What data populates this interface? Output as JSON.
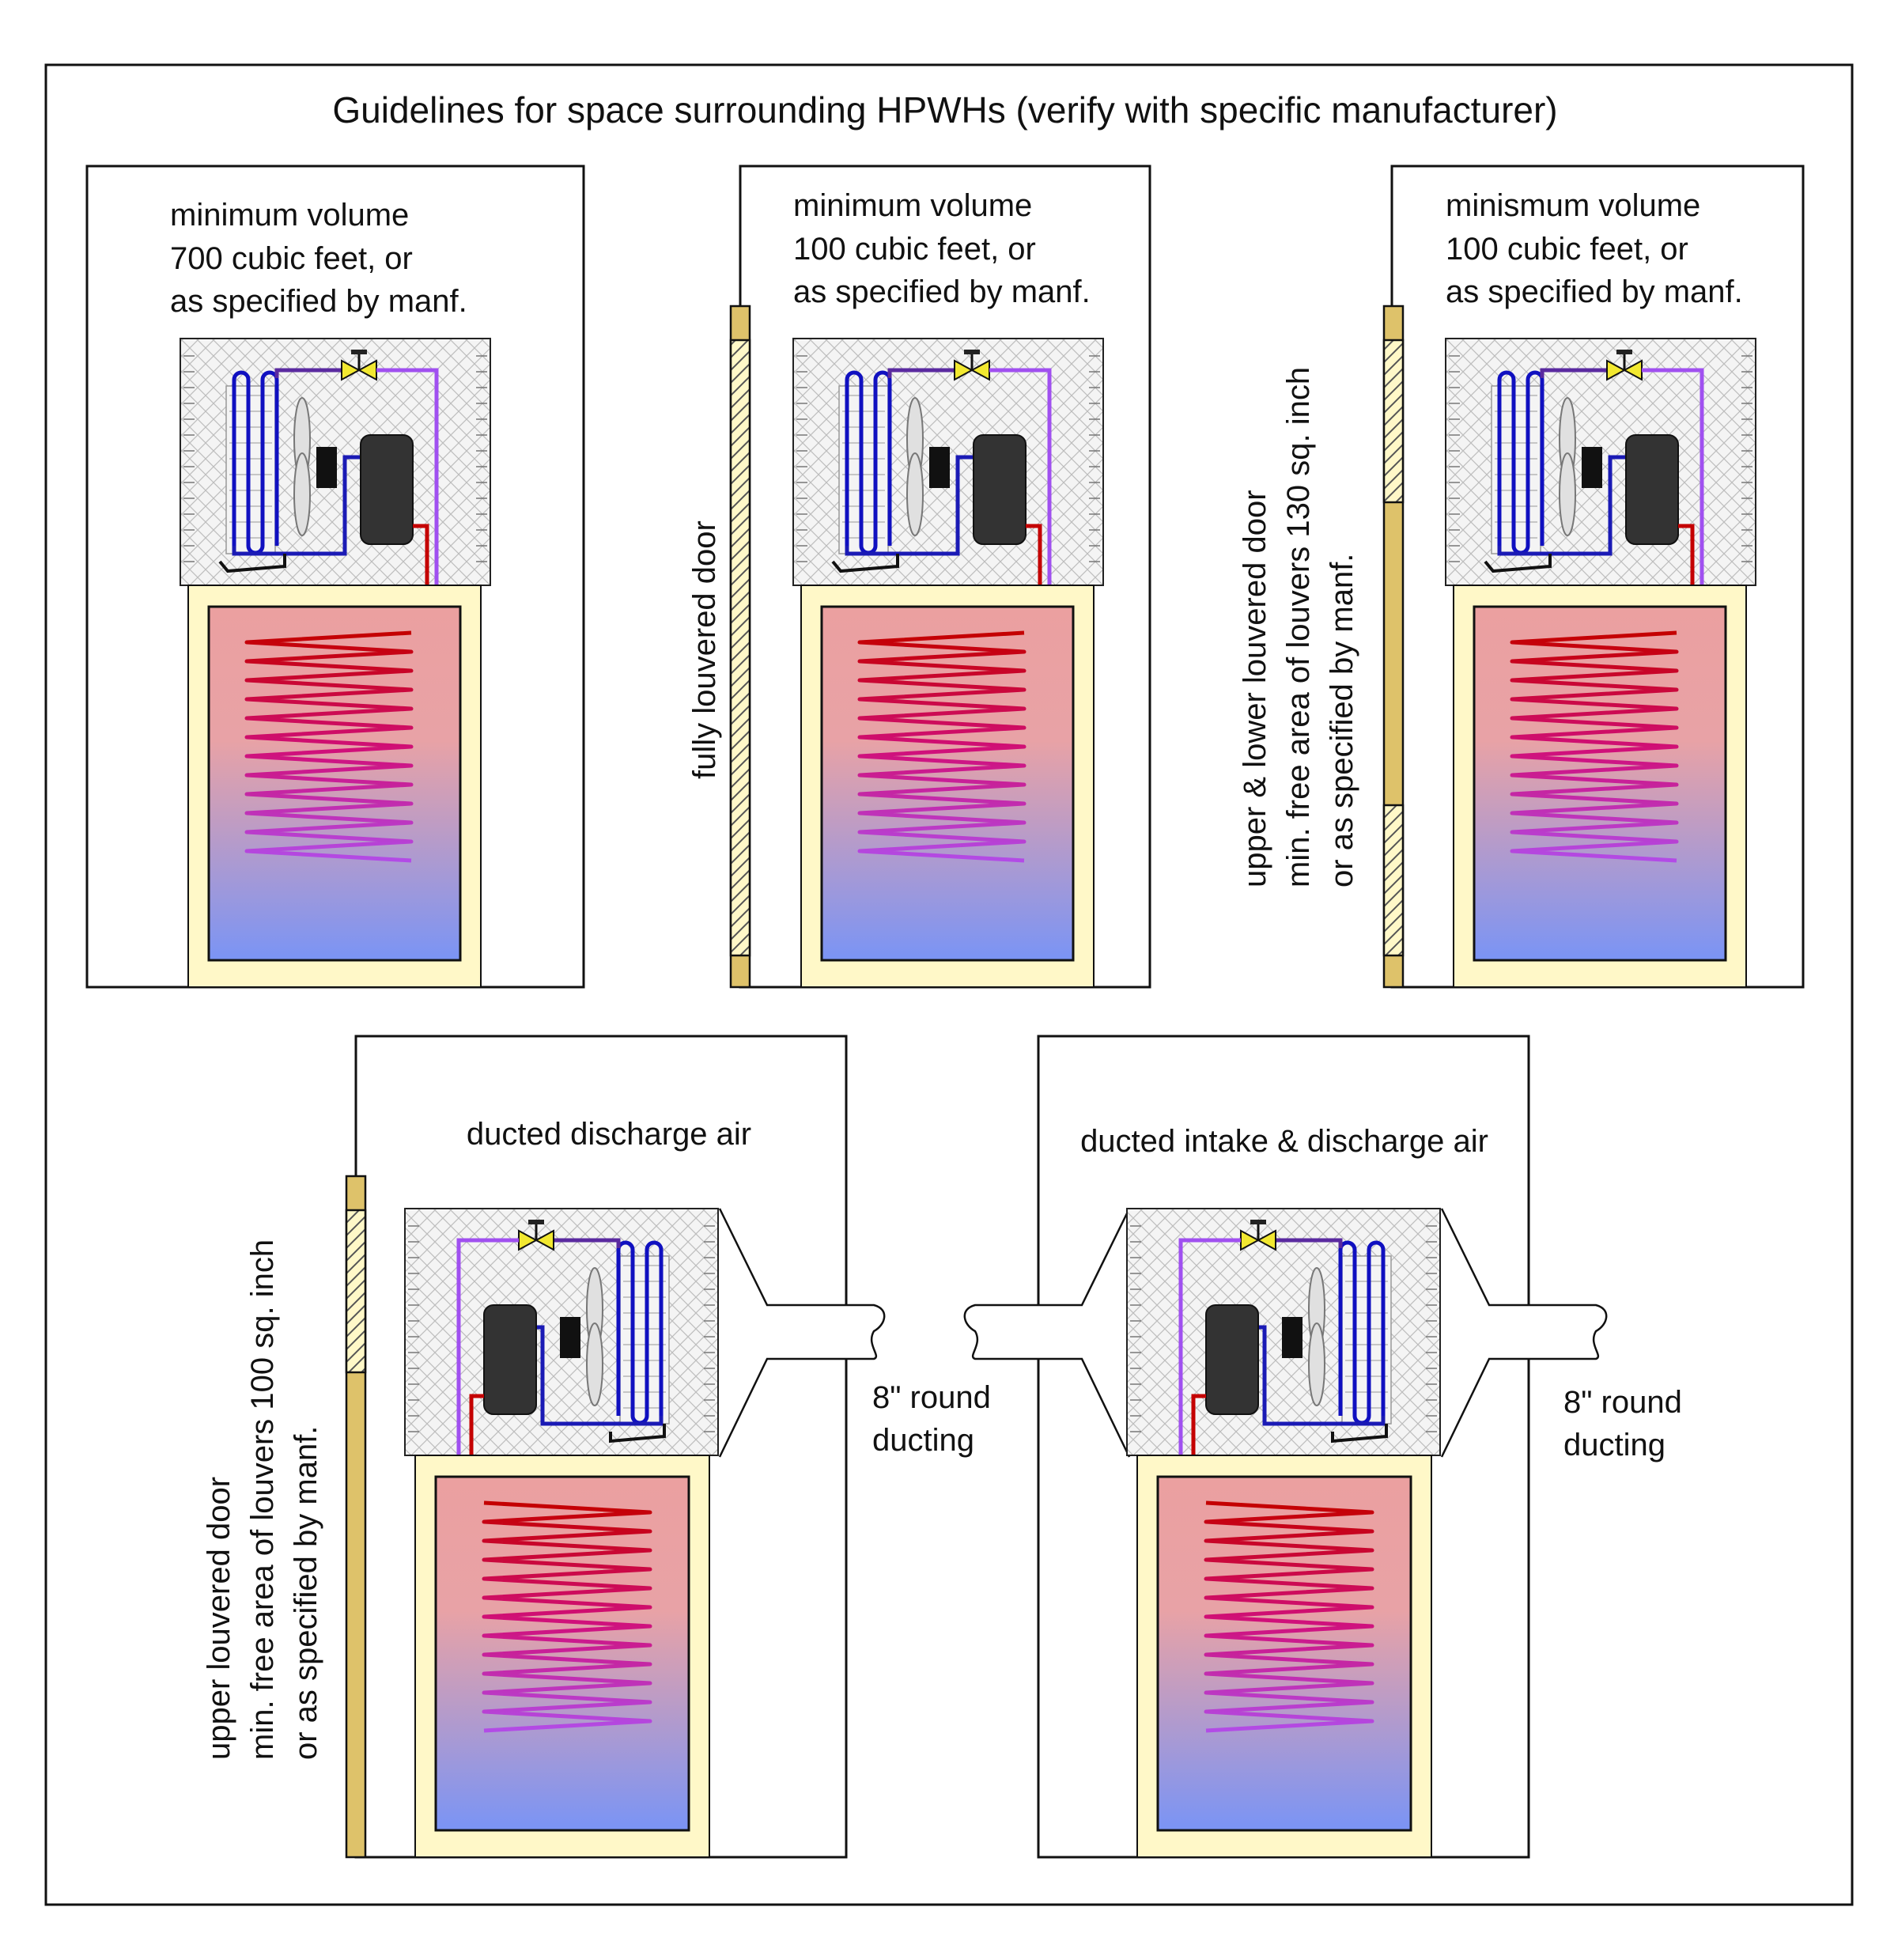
{
  "title": "Guidelines for space surrounding HPWHs (verify with specific manufacturer)",
  "panels": [
    {
      "id": "room-700",
      "lines": [
        "minimum volume",
        "700 cubic feet, or",
        "as specified by manf."
      ],
      "door_label": []
    },
    {
      "id": "closet-fully-louvered",
      "lines": [
        "minimum volume",
        "100 cubic feet, or",
        "as specified by manf."
      ],
      "door_label": [
        "fully louvered door"
      ]
    },
    {
      "id": "closet-upper-lower-louvered",
      "lines": [
        "minismum volume",
        "100 cubic feet, or",
        "as specified by manf."
      ],
      "door_label": [
        "upper & lower louvered door",
        "min. free area of louvers  130 sq. inch",
        "or as specified by manf."
      ]
    },
    {
      "id": "closet-ducted-discharge",
      "lines": [
        "ducted discharge air"
      ],
      "door_label": [
        "upper louvered door",
        "min. free area of louvers  100 sq. inch",
        "or as specified by manf."
      ],
      "duct_label": [
        "8\" round",
        "ducting"
      ]
    },
    {
      "id": "closet-ducted-intake-discharge",
      "lines": [
        "ducted intake & discharge air"
      ],
      "door_label": [],
      "duct_label": [
        "8\" round",
        "ducting"
      ]
    }
  ],
  "colors": {
    "tank_top": "#EBA0A0",
    "tank_bottom": "#7A94F5",
    "jacket": "#FFF8C8",
    "door": "#DEC26A",
    "coil_hot": "#C40000",
    "coil_mid": "#D0107A",
    "coil_cool": "#B050F0",
    "evaporator": "#1010C0",
    "suction_line": "#1A1AB5",
    "liquid_line": "#A050F0",
    "expansion_valve": "#F2E830",
    "compressor": "#333333"
  },
  "icons": [
    "expansion-valve-icon",
    "fan-icon",
    "compressor-icon",
    "condensate-drain-icon",
    "louver-icon"
  ]
}
